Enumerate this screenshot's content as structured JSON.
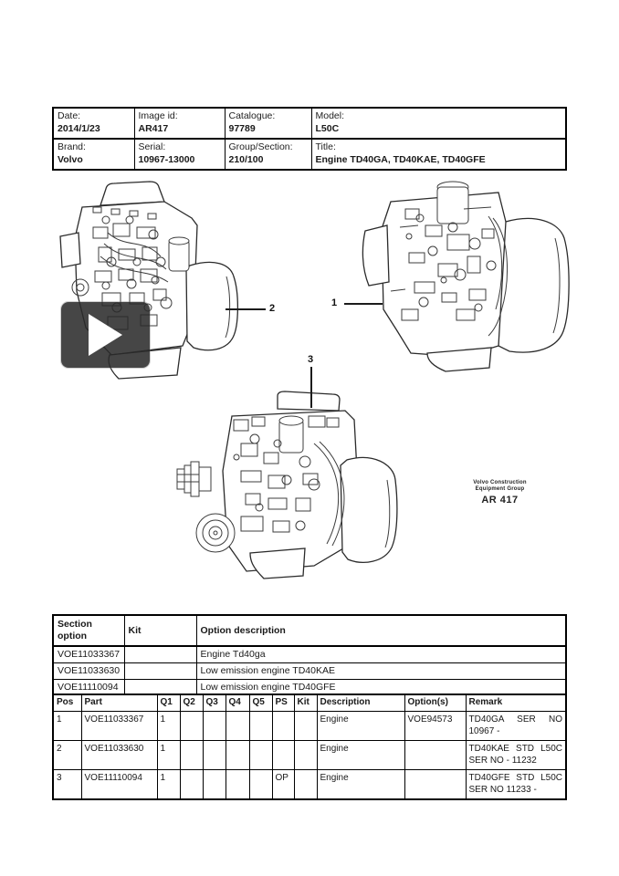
{
  "header": {
    "fields": [
      {
        "label": "Date:",
        "value": "2014/1/23"
      },
      {
        "label": "Image id:",
        "value": "AR417"
      },
      {
        "label": "Catalogue:",
        "value": "97789"
      },
      {
        "label": "Model:",
        "value": "L50C"
      },
      {
        "label": "Brand:",
        "value": "Volvo"
      },
      {
        "label": "Serial:",
        "value": "10967-13000"
      },
      {
        "label": "Group/Section:",
        "value": "210/100"
      },
      {
        "label": "Title:",
        "value": "Engine TD40GA, TD40KAE, TD40GFE"
      }
    ]
  },
  "diagram": {
    "callouts": [
      "1",
      "2",
      "3"
    ],
    "brand_line1": "Volvo Construction",
    "brand_line2": "Equipment Group",
    "brand_code": "AR 417"
  },
  "section_table": {
    "headers": [
      "Section option",
      "Kit",
      "Option description"
    ],
    "rows": [
      {
        "option": "VOE11033367",
        "kit": "",
        "description": "Engine Td40ga"
      },
      {
        "option": "VOE11033630",
        "kit": "",
        "description": "Low emission engine TD40KAE"
      },
      {
        "option": "VOE11110094",
        "kit": "",
        "description": "Low emission engine TD40GFE"
      }
    ]
  },
  "parts_table": {
    "headers": [
      "Pos",
      "Part",
      "Q1",
      "Q2",
      "Q3",
      "Q4",
      "Q5",
      "PS",
      "Kit",
      "Description",
      "Option(s)",
      "Remark"
    ],
    "rows": [
      {
        "pos": "1",
        "part": "VOE11033367",
        "q1": "1",
        "q2": "",
        "q3": "",
        "q4": "",
        "q5": "",
        "ps": "",
        "kit": "",
        "description": "Engine",
        "options": "VOE94573",
        "remark": "TD40GA SER NO 10967 -"
      },
      {
        "pos": "2",
        "part": "VOE11033630",
        "q1": "1",
        "q2": "",
        "q3": "",
        "q4": "",
        "q5": "",
        "ps": "",
        "kit": "",
        "description": "Engine",
        "options": "",
        "remark": "TD40KAE STD L50C SER NO - 11232"
      },
      {
        "pos": "3",
        "part": "VOE11110094",
        "q1": "1",
        "q2": "",
        "q3": "",
        "q4": "",
        "q5": "",
        "ps": "OP",
        "kit": "",
        "description": "Engine",
        "options": "",
        "remark": "TD40GFE STD L50C SER NO 11233 -"
      }
    ]
  }
}
